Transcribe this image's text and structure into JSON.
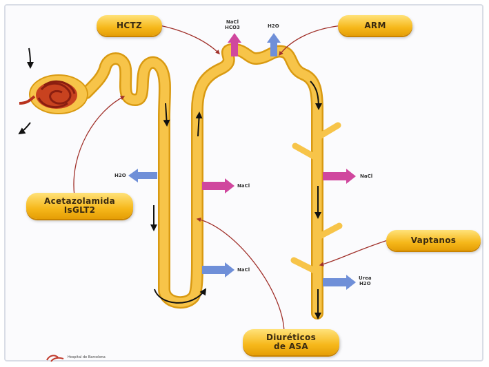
{
  "drugs": {
    "hctz": "HCTZ",
    "arm": "ARM",
    "acetazolamida": "Acetazolamida\nIsGLT2",
    "vaptanos": "Vaptanos",
    "diureticos": "Diuréticos\nde ASA"
  },
  "transport_labels": {
    "dct_nacl": "NaCl\nHCO3",
    "dct_h2o": "H2O",
    "pt_h2o": "H2O",
    "loop_nacl": "NaCl",
    "cd_nacl": "NaCl",
    "thick_nacl": "NaCl",
    "cd_urea": "Urea\nH2O"
  },
  "logo_text": "Hospital de Barcelona",
  "colors": {
    "tubule": "#f7c449",
    "tubule_edge": "#d99a12",
    "glomerulus": "#b8321e",
    "pointer": "#a0302a",
    "arrow_pink": "#d0479e",
    "arrow_blue": "#6f8fd8",
    "flow_arrow": "#111111"
  }
}
